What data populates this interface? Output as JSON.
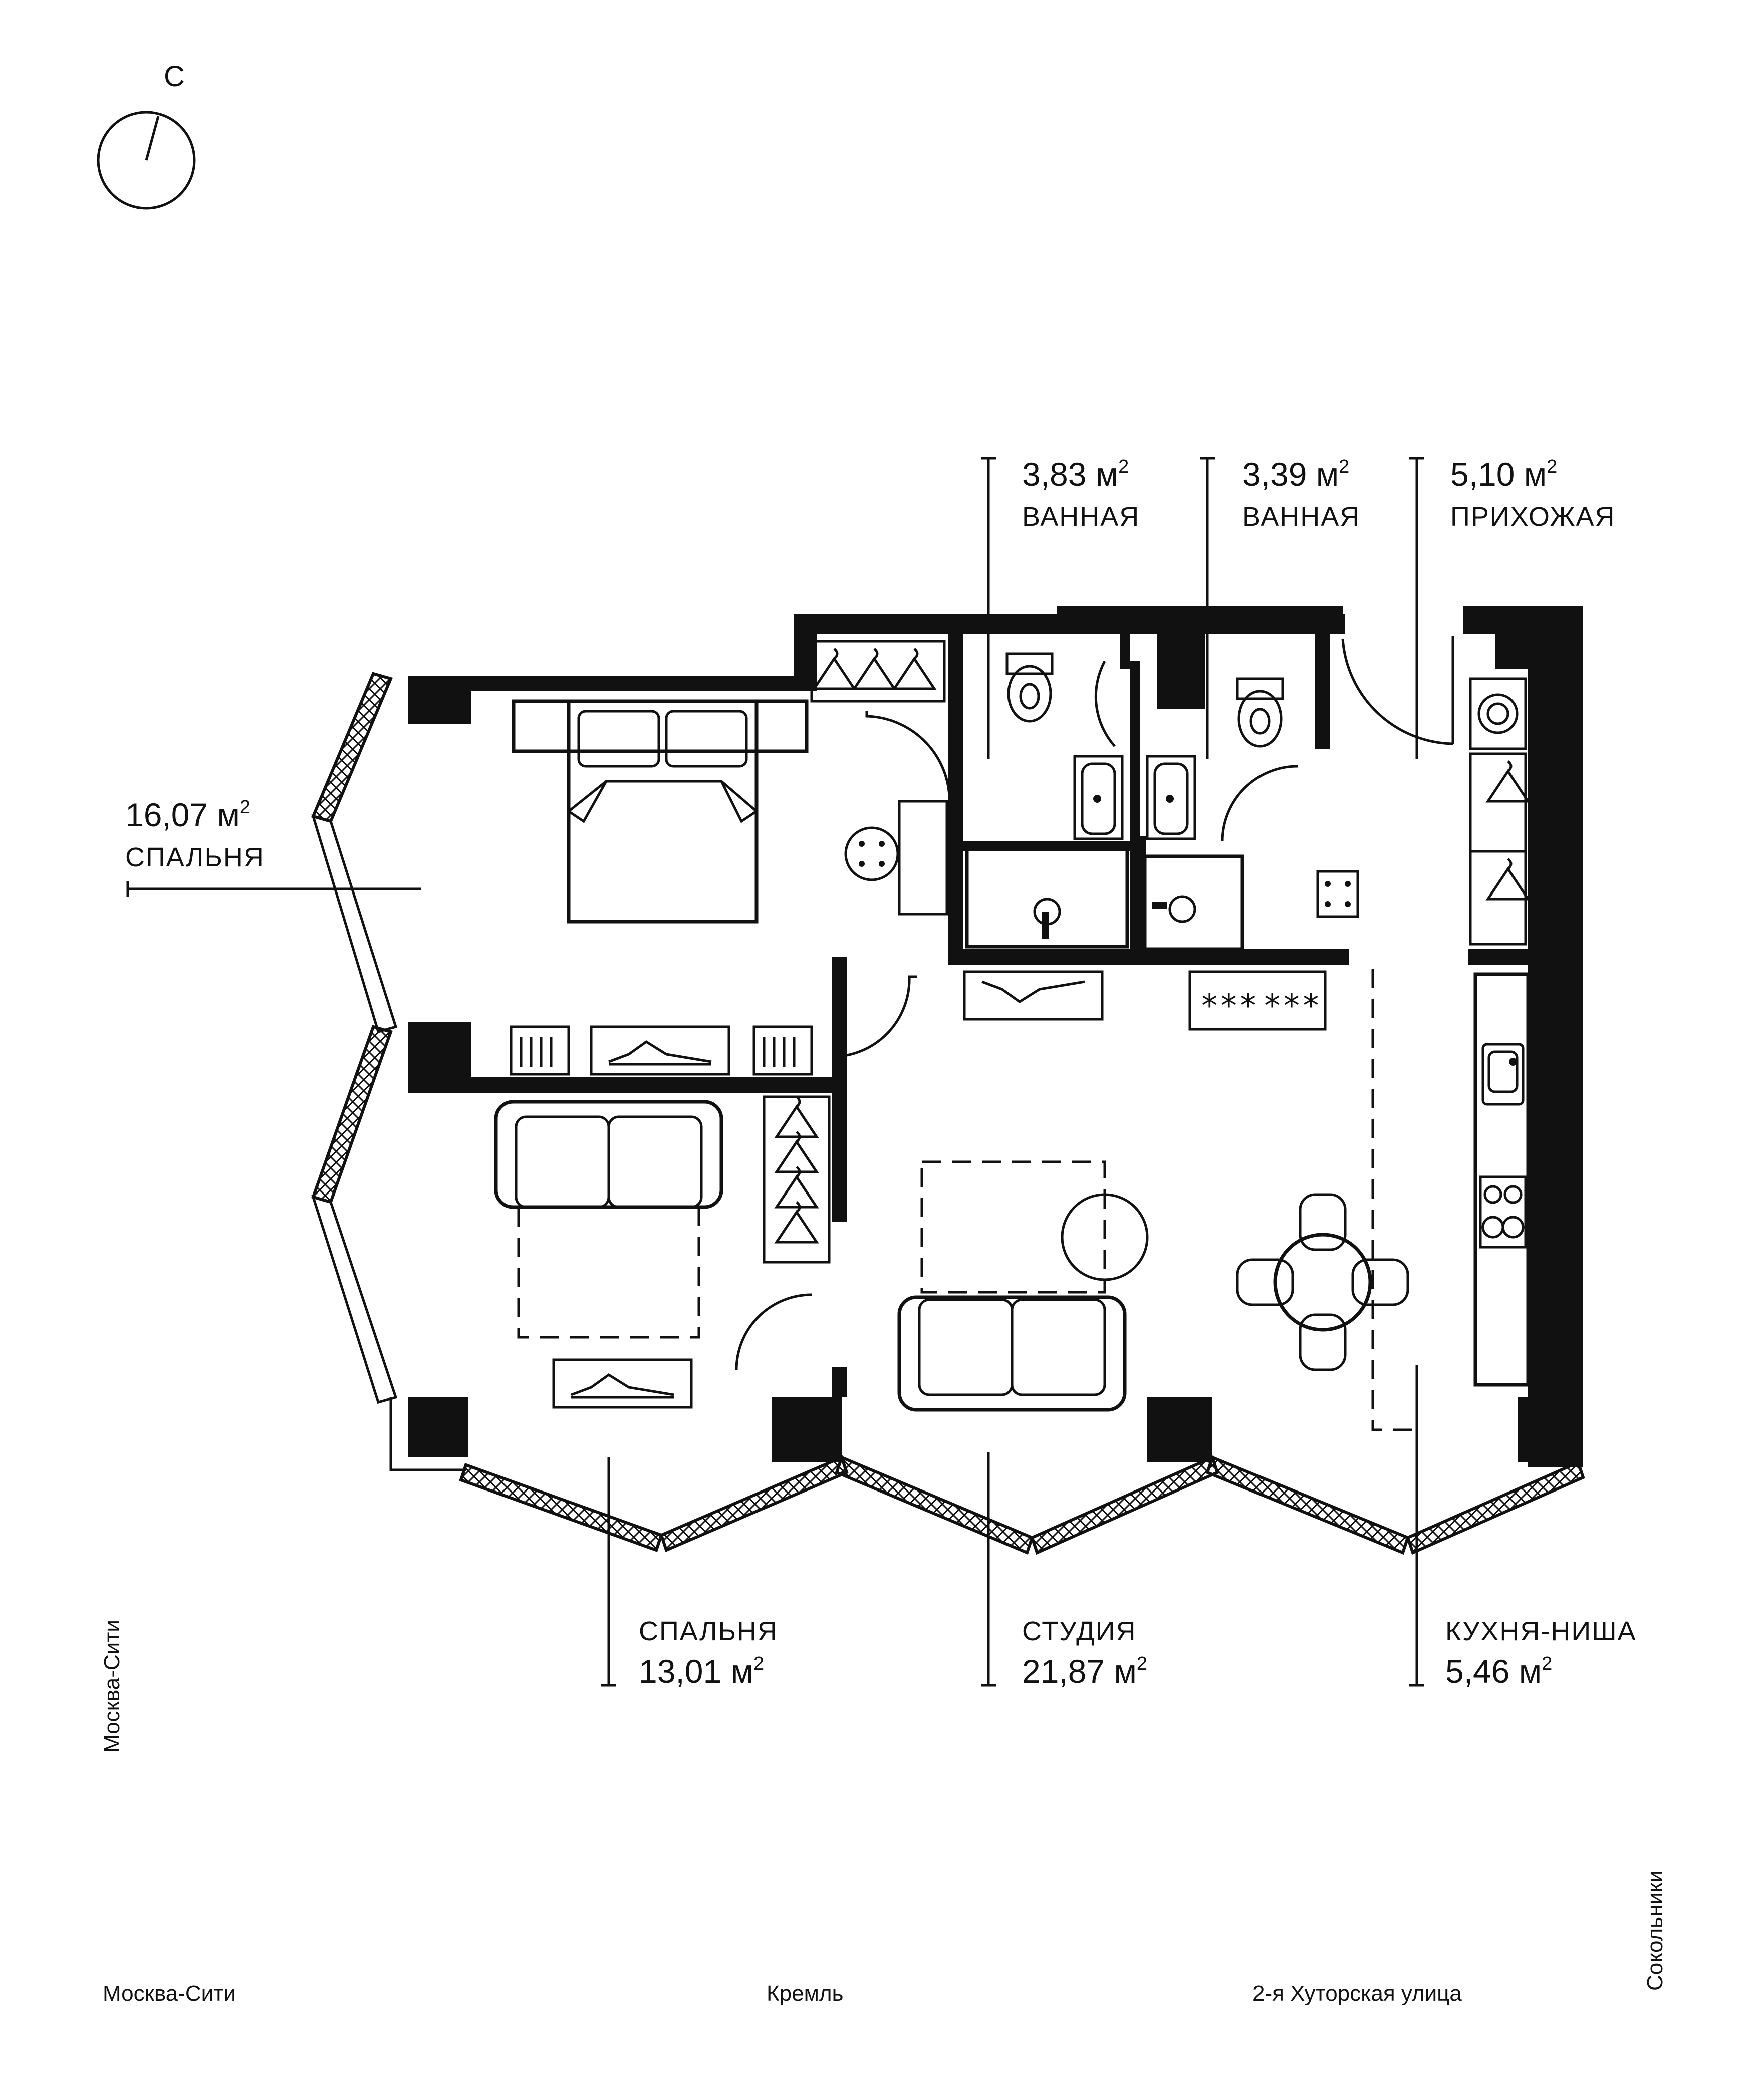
{
  "compass": {
    "north_label": "С"
  },
  "rooms": [
    {
      "id": "bath-1",
      "name": "ВАННАЯ",
      "area": "3,83 м",
      "unit_sup": "2"
    },
    {
      "id": "bath-2",
      "name": "ВАННАЯ",
      "area": "3,39 м",
      "unit_sup": "2"
    },
    {
      "id": "hallway",
      "name": "ПРИХОЖАЯ",
      "area": "5,10 м",
      "unit_sup": "2"
    },
    {
      "id": "bedroom-1",
      "name": "СПАЛЬНЯ",
      "area": "16,07 м",
      "unit_sup": "2"
    },
    {
      "id": "bedroom-2",
      "name": "СПАЛЬНЯ",
      "area": "13,01 м",
      "unit_sup": "2"
    },
    {
      "id": "studio",
      "name": "СТУДИЯ",
      "area": "21,87 м",
      "unit_sup": "2"
    },
    {
      "id": "kitchen",
      "name": "КУХНЯ-НИША",
      "area": "5,46 м",
      "unit_sup": "2"
    }
  ],
  "orientation": {
    "left": "Москва-Сити",
    "bottom_left": "Москва-Сити",
    "bottom_center": "Кремль",
    "bottom_right": "2-я Хуторская улица",
    "right": "Сокольники"
  },
  "icons": [
    "compass-icon",
    "bed-icon",
    "sofa-icon",
    "toilet-icon",
    "sink-icon",
    "washing-machine-icon",
    "stove-icon",
    "dining-table-icon",
    "hanger-icon",
    "radiator-icon"
  ]
}
